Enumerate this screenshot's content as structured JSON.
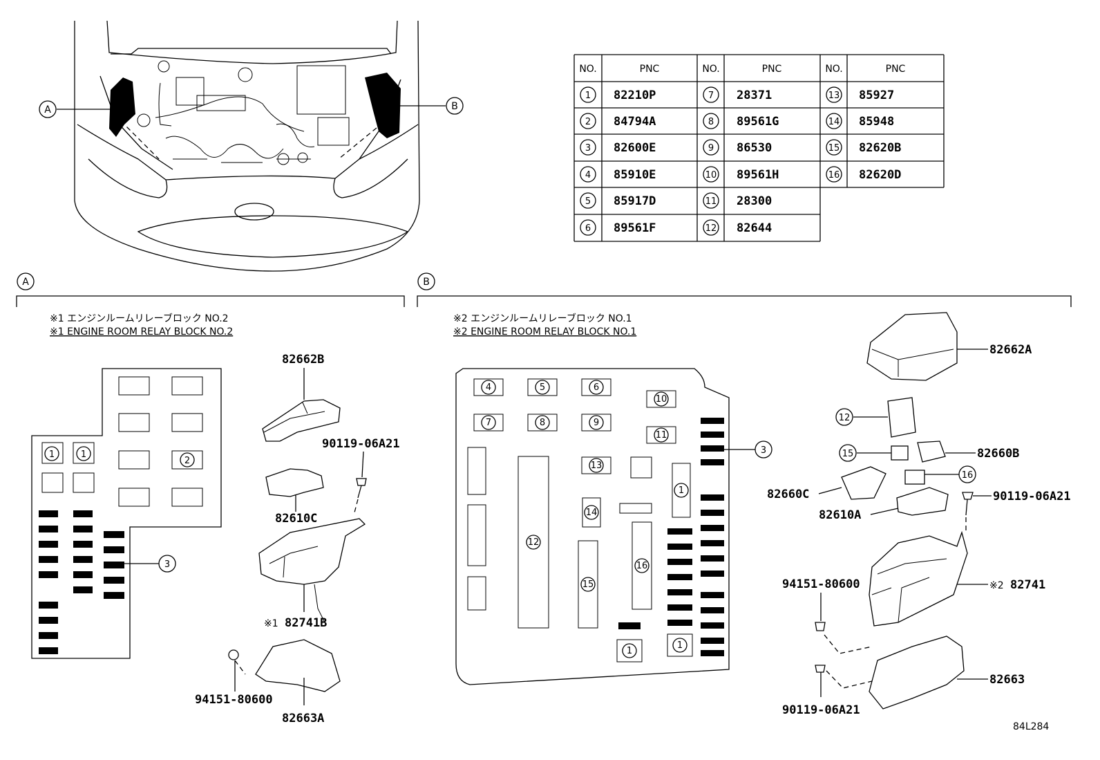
{
  "table": {
    "headers": [
      "NO.",
      "PNC",
      "NO.",
      "PNC",
      "NO.",
      "PNC"
    ],
    "rows": [
      [
        {
          "no": "1",
          "pnc": "82210P"
        },
        {
          "no": "7",
          "pnc": "28371"
        },
        {
          "no": "13",
          "pnc": "85927"
        }
      ],
      [
        {
          "no": "2",
          "pnc": "84794A"
        },
        {
          "no": "8",
          "pnc": "89561G"
        },
        {
          "no": "14",
          "pnc": "85948"
        }
      ],
      [
        {
          "no": "3",
          "pnc": "82600E"
        },
        {
          "no": "9",
          "pnc": "86530"
        },
        {
          "no": "15",
          "pnc": "82620B"
        }
      ],
      [
        {
          "no": "4",
          "pnc": "85910E"
        },
        {
          "no": "10",
          "pnc": "89561H"
        },
        {
          "no": "16",
          "pnc": "82620D"
        }
      ],
      [
        {
          "no": "5",
          "pnc": "85917D"
        },
        {
          "no": "11",
          "pnc": "28300"
        }
      ],
      [
        {
          "no": "6",
          "pnc": "89561F"
        },
        {
          "no": "12",
          "pnc": "82644"
        }
      ]
    ]
  },
  "overview": {
    "callout_a": "A",
    "callout_b": "B"
  },
  "section_a": {
    "marker": "A",
    "title_jp": "※1 エンジンルームリレーブロック NO.2",
    "title_en": "※1 ENGINE ROOM RELAY BLOCK NO.2",
    "fuse_labels": {
      "one": "1",
      "two": "2",
      "three": "3"
    },
    "parts": {
      "cover": "82662B",
      "bracket": "82610C",
      "bolt": "90119-06A21",
      "block_prefix": "※1",
      "block": "82741B",
      "clip": "94151-80600",
      "lower": "82663A"
    }
  },
  "section_b": {
    "marker": "B",
    "title_jp": "※2 エンジンルームリレーブロック NO.1",
    "title_en": "※2 ENGINE ROOM RELAY BLOCK NO.1",
    "fuse_labels": {
      "n1": "1",
      "n3": "3",
      "n4": "4",
      "n5": "5",
      "n6": "6",
      "n7": "7",
      "n8": "8",
      "n9": "9",
      "n10": "10",
      "n11": "11",
      "n12": "12",
      "n13": "13",
      "n14": "14",
      "n15": "15",
      "n16": "16"
    },
    "parts": {
      "cover": "82662A",
      "item12": "12",
      "item15": "15",
      "item16": "16",
      "relay_holder": "82660B",
      "holder_c": "82660C",
      "bolt_top": "90119-06A21",
      "bracket": "82610A",
      "clip": "94151-80600",
      "block_prefix": "※2",
      "block": "82741",
      "lower": "82663",
      "bolt_bottom": "90119-06A21"
    }
  },
  "footer": {
    "code": "84L284"
  }
}
